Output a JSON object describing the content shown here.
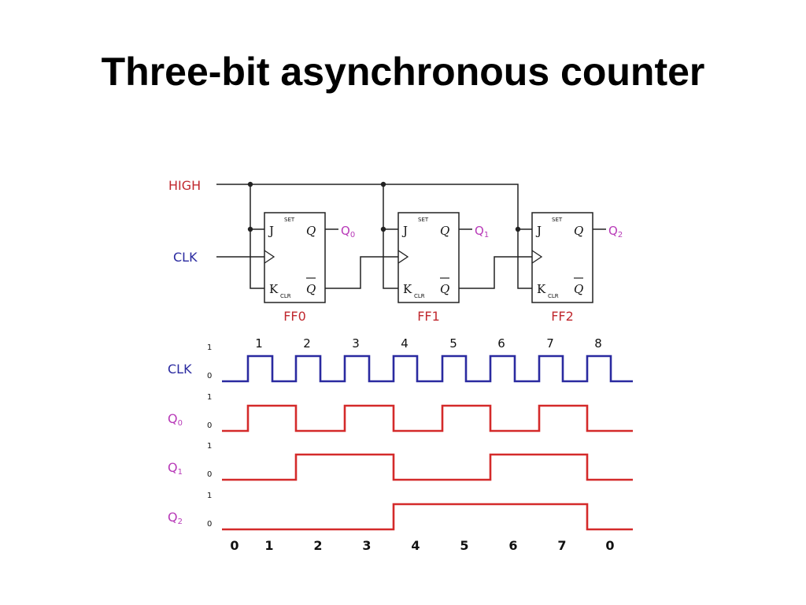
{
  "title": "Three-bit asynchronous counter",
  "circuit": {
    "high_label": "HIGH",
    "clk_label": "CLK",
    "flip_flops": [
      {
        "name": "FF0",
        "output": "Q",
        "output_sub": "0"
      },
      {
        "name": "FF1",
        "output": "Q",
        "output_sub": "1"
      },
      {
        "name": "FF2",
        "output": "Q",
        "output_sub": "2"
      }
    ],
    "pins": {
      "j": "J",
      "k": "K",
      "set": "SET",
      "clr": "CLR",
      "q": "Q",
      "qbar": "Q"
    }
  },
  "timing": {
    "level_high": "1",
    "level_low": "0",
    "clock_pulse_labels": [
      "1",
      "2",
      "3",
      "4",
      "5",
      "6",
      "7",
      "8"
    ],
    "count_labels": [
      "0",
      "1",
      "2",
      "3",
      "4",
      "5",
      "6",
      "7",
      "0"
    ],
    "signals": [
      {
        "label": "CLK",
        "sub": "",
        "color": "#2a2aa0"
      },
      {
        "label": "Q",
        "sub": "0",
        "color": "#d42a2a"
      },
      {
        "label": "Q",
        "sub": "1",
        "color": "#d42a2a"
      },
      {
        "label": "Q",
        "sub": "2",
        "color": "#d42a2a"
      }
    ]
  },
  "colors": {
    "wire": "#222222",
    "clk_wave": "#2a2aa0",
    "q_wave": "#d42a2a",
    "label_red": "#c0282e",
    "label_magenta": "#b83ab8",
    "label_blue": "#2a2aa0"
  }
}
